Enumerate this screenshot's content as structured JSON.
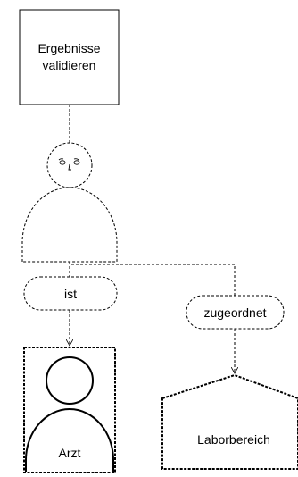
{
  "nodes": {
    "task": {
      "line1": "Ergebnisse",
      "line2": "validieren"
    },
    "edge_ist": {
      "label": "ist"
    },
    "edge_zugeordnet": {
      "label": "zugeordnet"
    },
    "role_arzt": {
      "label": "Arzt"
    },
    "org_labor": {
      "label": "Laborbereich"
    }
  },
  "colors": {
    "stroke": "#000000",
    "background": "#ffffff"
  }
}
